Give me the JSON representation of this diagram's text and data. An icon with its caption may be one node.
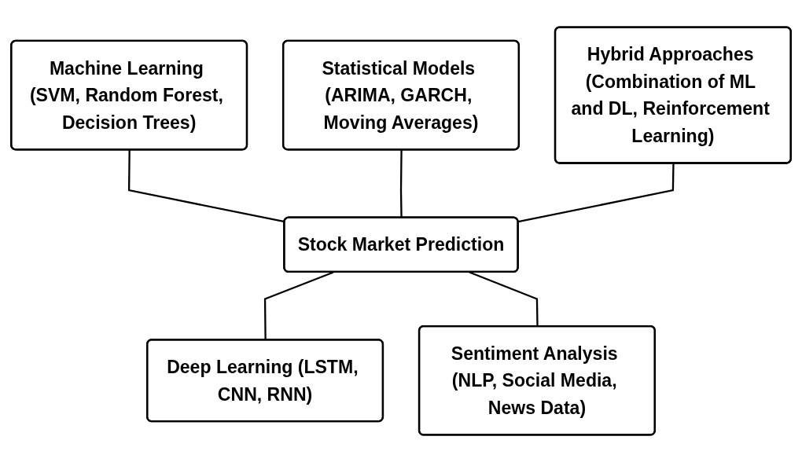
{
  "diagram": {
    "nodes": [
      {
        "text": [
          "Machine Learning (SVM, Random Forest, Decision Trees)"
        ]
      },
      {
        "text": [
          "Statistical Models (ARIMA, GARCH, Moving Averages)"
        ]
      },
      {
        "text": [
          "Hybrid Approaches (Combination of ML and DL, Reinforcement Learning)"
        ]
      },
      {
        "text": [
          "Stock Market Prediction"
        ]
      },
      {
        "text": [
          "Deep Learning (LSTM, CNN, RNN)"
        ]
      },
      {
        "text": [
          "Sentiment Analysis (NLP, Social Media, News Data)"
        ]
      }
    ],
    "edges": [
      {
        "from": 0,
        "to": 3,
        "arrow": "none"
      },
      {
        "from": 1,
        "to": 3,
        "arrow": "none"
      },
      {
        "from": 2,
        "to": 3,
        "arrow": "none"
      },
      {
        "from": 3,
        "to": 4,
        "arrow": "none"
      },
      {
        "from": 3,
        "to": 5,
        "arrow": "none"
      }
    ]
  }
}
